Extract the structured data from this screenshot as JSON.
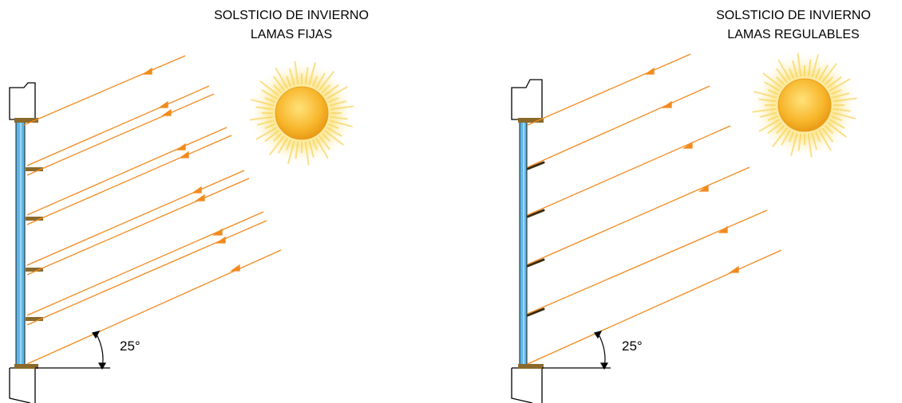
{
  "colors": {
    "ray": "#f28a1e",
    "glass": "#5bb7ea",
    "frame": "#8a6a2c",
    "sun_core": "#f7b52a",
    "sun_glow": "#fde58a",
    "wall": "#000000"
  },
  "panels": [
    {
      "title_line1": "SOLSTICIO DE INVIERNO",
      "title_line2": "LAMAS FIJAS",
      "angle_label": "25°",
      "louver_type": "fixed",
      "icon": "sun-icon"
    },
    {
      "title_line1": "SOLSTICIO DE INVIERNO",
      "title_line2": "LAMAS REGULABLES",
      "angle_label": "25°",
      "louver_type": "adjustable",
      "icon": "sun-icon"
    }
  ]
}
